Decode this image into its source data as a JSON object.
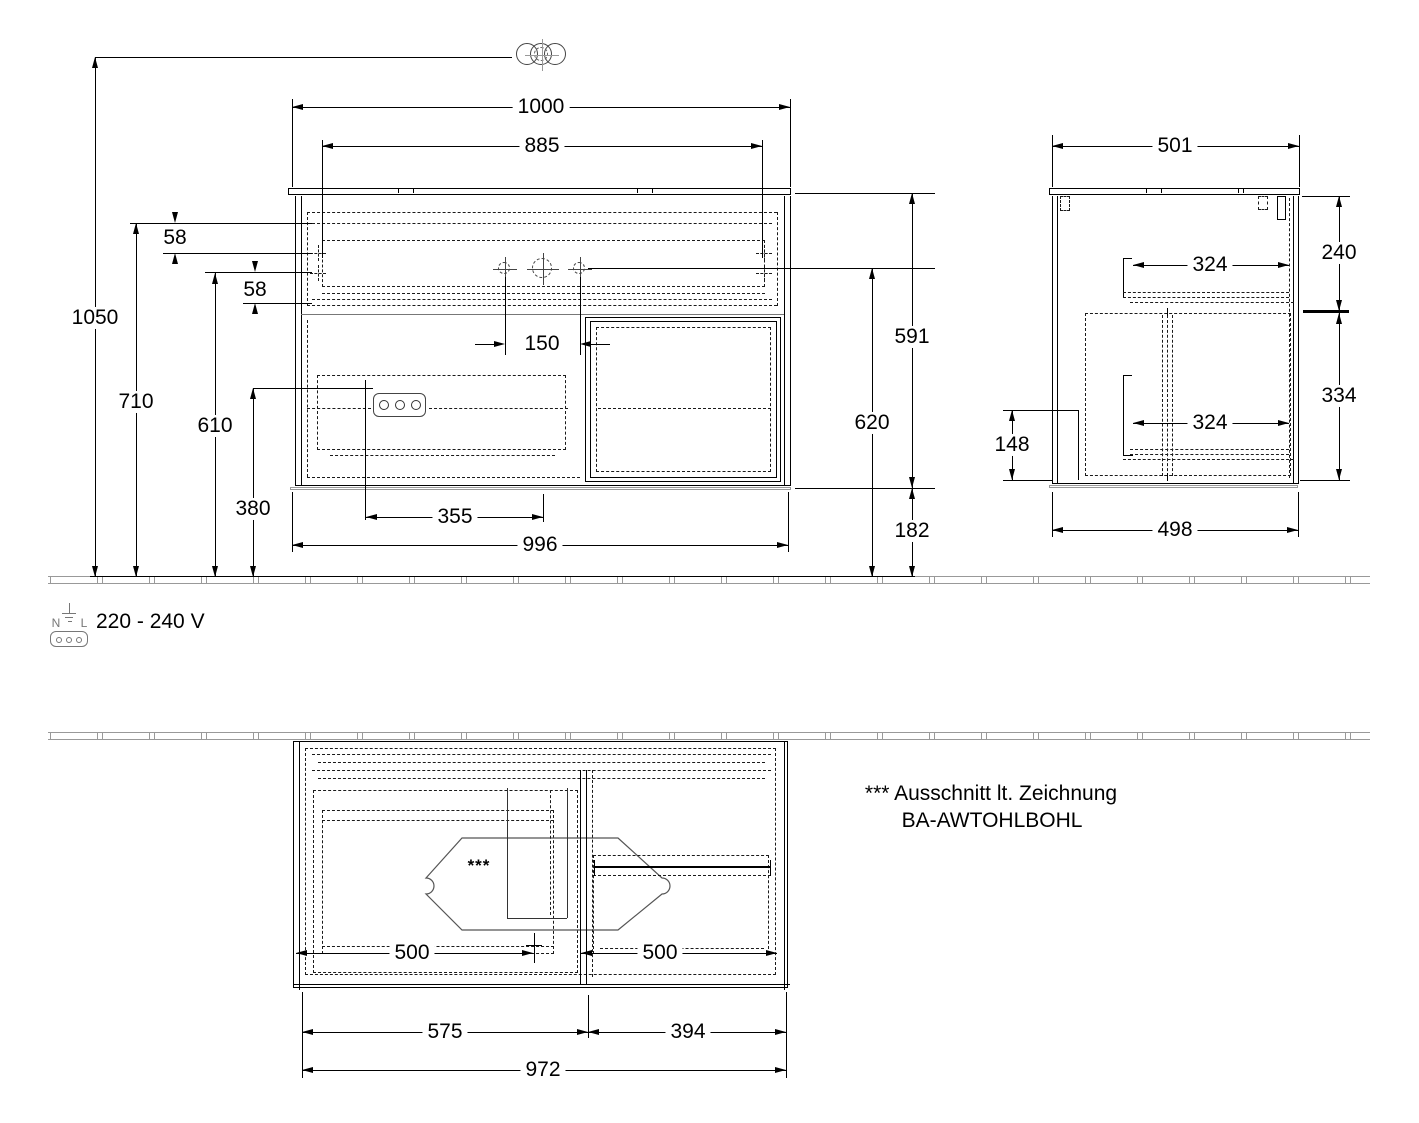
{
  "front": {
    "total_width": "1000",
    "inner_width": "885",
    "top_offset": "58",
    "top_offset2": "58",
    "tap_spacing": "150",
    "wall_height": "1050",
    "upper_height": "710",
    "tap_height": "610",
    "lower_height": "380",
    "cabinet_height": "591",
    "tap_to_floor": "620",
    "floor_gap": "182",
    "outlet_width": "355",
    "body_width": "996"
  },
  "side": {
    "depth": "501",
    "top_height": "240",
    "rail_upper": "324",
    "rail_lower": "324",
    "lower_height": "334",
    "siphon_height": "148",
    "body_depth": "498"
  },
  "plan": {
    "drawer_left": "500",
    "drawer_right": "500",
    "left_unit": "575",
    "right_unit": "394",
    "total_width": "972",
    "marker": "***"
  },
  "power": {
    "voltage": "220 - 240 V",
    "neutral": "N",
    "line": "L"
  },
  "note": {
    "line1": "*** Ausschnitt lt. Zeichnung",
    "line2": "BA-AWTOHLBOHL"
  }
}
